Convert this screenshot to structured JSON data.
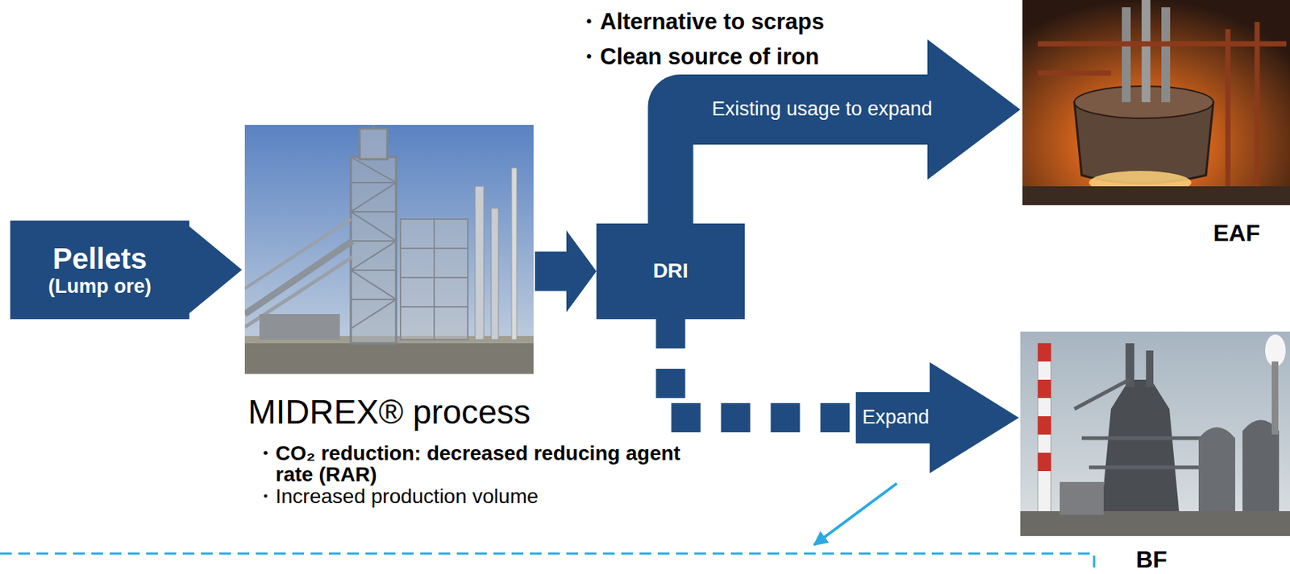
{
  "diagram": {
    "nodes": [
      {
        "text": [
          "Pellets",
          "(Lump ore)"
        ]
      },
      {
        "text": [
          "MIDREX® process"
        ]
      },
      {
        "text": [
          "DRI"
        ]
      },
      {
        "text": [
          "EAF"
        ]
      },
      {
        "text": [
          "BF"
        ]
      }
    ],
    "edges": [
      {
        "from": 0,
        "to": 1,
        "arrow": "to"
      },
      {
        "from": 1,
        "to": 2,
        "arrow": "to"
      },
      {
        "from": 2,
        "to": 3,
        "arrow": "to",
        "label": "Existing usage to expand"
      },
      {
        "from": 2,
        "to": 4,
        "arrow": "to",
        "label": "Expand"
      }
    ],
    "labels": [
      "・Alternative to scraps",
      "・Clean source of iron",
      "・CO₂ reduction: decreased reducing agent rate (RAR)",
      "・Increased production volume"
    ]
  }
}
